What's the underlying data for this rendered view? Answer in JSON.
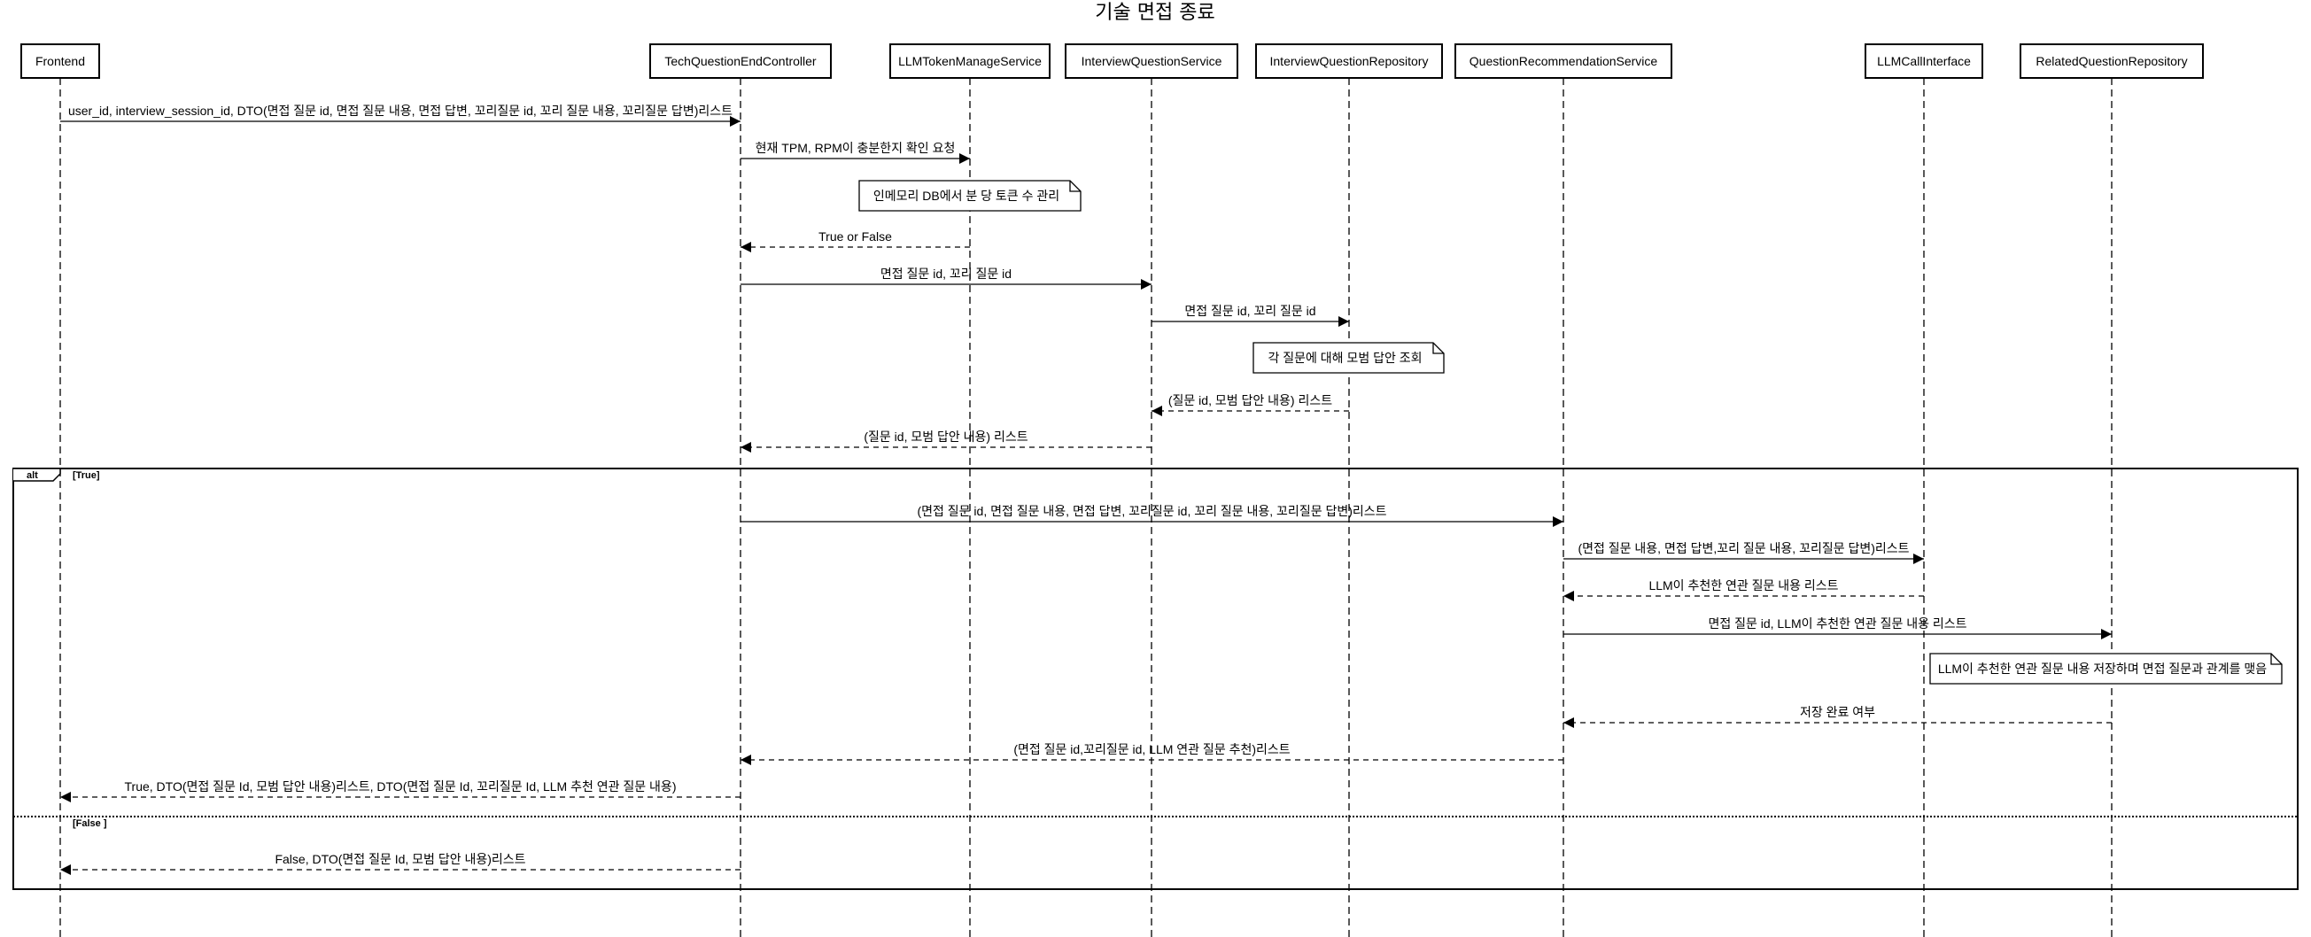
{
  "title": "기술 면접 종료",
  "participants": [
    {
      "id": "frontend",
      "label": "Frontend"
    },
    {
      "id": "controller",
      "label": "TechQuestionEndController"
    },
    {
      "id": "token",
      "label": "LLMTokenManageService"
    },
    {
      "id": "iqs",
      "label": "InterviewQuestionService"
    },
    {
      "id": "iqr",
      "label": "InterviewQuestionRepository"
    },
    {
      "id": "qrs",
      "label": "QuestionRecommendationService"
    },
    {
      "id": "llm",
      "label": "LLMCallInterface"
    },
    {
      "id": "rqr",
      "label": "RelatedQuestionRepository"
    }
  ],
  "messages": [
    {
      "from": "frontend",
      "to": "controller",
      "style": "solid",
      "text": "user_id, interview_session_id, DTO(면접 질문 id, 면접 질문 내용, 면접 답변, 꼬리질문 id, 꼬리 질문 내용, 꼬리질문 답변)리스트"
    },
    {
      "from": "controller",
      "to": "token",
      "style": "solid",
      "text": "현재 TPM, RPM이 충분한지 확인 요청"
    },
    {
      "from": "token",
      "to": "controller",
      "style": "dashed",
      "text": "True or False"
    },
    {
      "from": "controller",
      "to": "iqs",
      "style": "solid",
      "text": "면접 질문 id, 꼬리 질문 id"
    },
    {
      "from": "iqs",
      "to": "iqr",
      "style": "solid",
      "text": "면접 질문 id, 꼬리 질문 id"
    },
    {
      "from": "iqr",
      "to": "iqs",
      "style": "dashed",
      "text": "(질문 id, 모범 답안 내용) 리스트"
    },
    {
      "from": "iqs",
      "to": "controller",
      "style": "dashed",
      "text": "(질문 id, 모범 답안 내용) 리스트"
    },
    {
      "from": "controller",
      "to": "qrs",
      "style": "solid",
      "text": "(면접 질문 id, 면접 질문 내용, 면접 답변, 꼬리질문 id, 꼬리 질문 내용, 꼬리질문 답변)리스트"
    },
    {
      "from": "qrs",
      "to": "llm",
      "style": "solid",
      "text": "(면접 질문 내용, 면접 답변,꼬리 질문 내용, 꼬리질문 답변)리스트"
    },
    {
      "from": "llm",
      "to": "qrs",
      "style": "dashed",
      "text": "LLM이 추천한 연관 질문 내용 리스트"
    },
    {
      "from": "qrs",
      "to": "rqr",
      "style": "solid",
      "text": "면접 질문 id, LLM이 추천한 연관 질문 내용 리스트"
    },
    {
      "from": "rqr",
      "to": "qrs",
      "style": "dashed",
      "text": "저장 완료 여부"
    },
    {
      "from": "qrs",
      "to": "controller",
      "style": "dashed",
      "text": "(면접 질문 id,꼬리질문 id, LLM 연관 질문 추천)리스트"
    },
    {
      "from": "controller",
      "to": "frontend",
      "style": "dashed",
      "text": "True, DTO(면접 질문 Id, 모범 답안 내용)리스트, DTO(면접 질문 Id, 꼬리질문 Id, LLM 추천 연관 질문 내용)"
    },
    {
      "from": "controller",
      "to": "frontend",
      "style": "dashed",
      "text": "False, DTO(면접 질문 Id, 모범 답안 내용)리스트"
    }
  ],
  "notes": [
    {
      "over": "token",
      "text": "인메모리 DB에서 분 당 토큰 수 관리"
    },
    {
      "over": "iqr",
      "text": "각 질문에 대해 모범 답안 조회"
    },
    {
      "over": "rqr",
      "text": "LLM이 추천한 연관 질문 내용 저장하며 면접 질문과 관계를 맺음"
    }
  ],
  "fragment": {
    "operator": "alt",
    "branches": [
      "[True]",
      "[False ]"
    ]
  }
}
